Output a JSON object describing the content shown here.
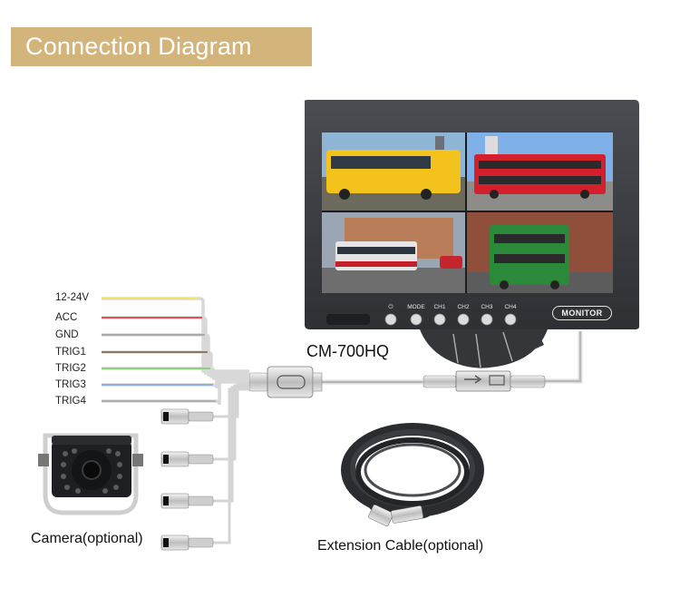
{
  "title": "Connection Diagram",
  "model": "CM-700HQ",
  "monitor_badge": "MONITOR",
  "buttons": [
    "⏻",
    "MODE",
    "CH1",
    "CH2",
    "CH3",
    "CH4"
  ],
  "wires": [
    {
      "label": "12-24V",
      "color": "#f2e36a"
    },
    {
      "label": "ACC",
      "color": "#e0535b"
    },
    {
      "label": "GND",
      "color": "#aaaaaa"
    },
    {
      "label": "TRIG1",
      "color": "#8c7a64"
    },
    {
      "label": "TRIG2",
      "color": "#8fd07a"
    },
    {
      "label": "TRIG3",
      "color": "#8fb0db"
    },
    {
      "label": "TRIG4",
      "color": "#b0b0b0"
    }
  ],
  "camera_caption": "Camera(optional)",
  "cable_caption": "Extension Cable(optional)",
  "colors": {
    "banner": "#d3b47a",
    "monitor": "#3b3d42",
    "cable": "#2a2c30"
  }
}
